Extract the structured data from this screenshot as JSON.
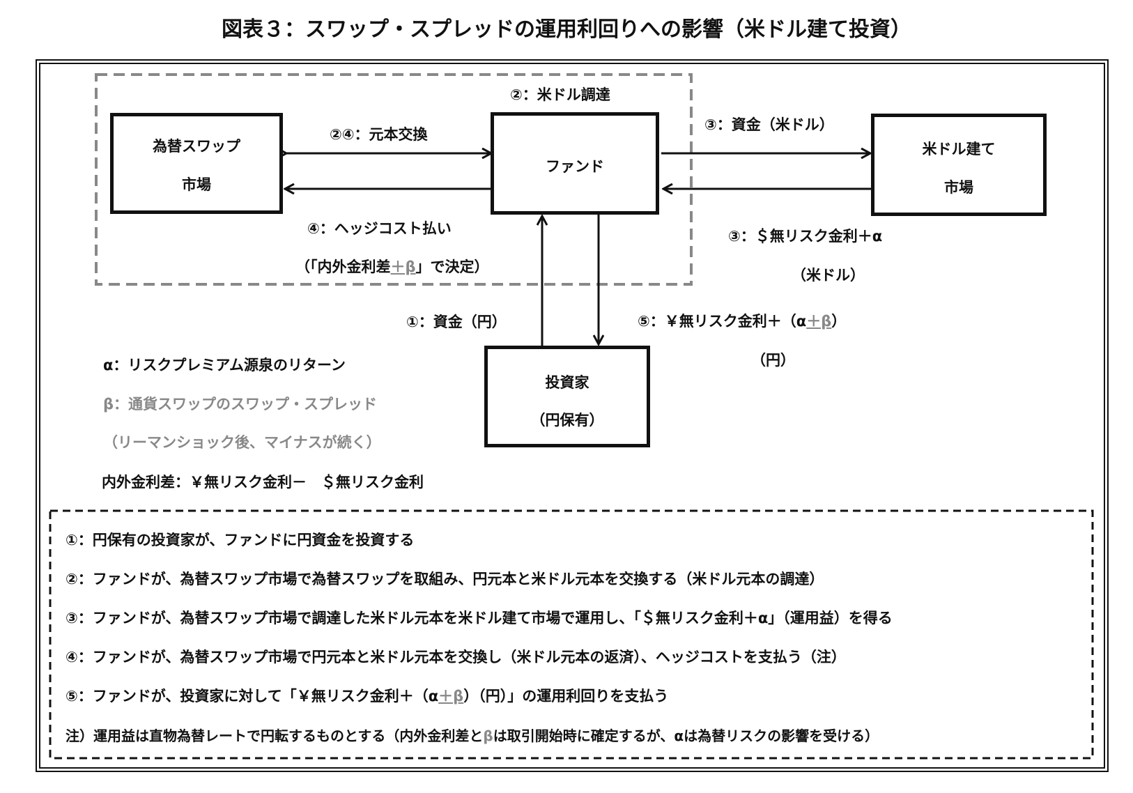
{
  "title": "図表３：スワップ・スプレッドの運用利回りへの影響（米ドル建て投資）",
  "boxes": {
    "swap_market": {
      "line1": "為替スワップ",
      "line2": "市場"
    },
    "fund": {
      "label": "ファンド"
    },
    "usd_market": {
      "line1": "米ドル建て",
      "line2": "市場"
    },
    "investor": {
      "line1": "投資家",
      "line2": "（円保有）"
    }
  },
  "labels": {
    "usd_procurement": "②：米ドル調達",
    "principal_exchange": "②④：元本交換",
    "hedge_cost": "④：ヘッジコスト払い",
    "hedge_cost_note": {
      "prefix": "（「内外金利差",
      "beta": "＋β",
      "suffix": "」で決定）"
    },
    "funds_usd": "③：資金（米ドル）",
    "usd_return": "③：＄無リスク金利＋α",
    "usd_return_unit": "（米ドル）",
    "funds_jpy": "①：資金（円）",
    "jpy_return": {
      "prefix": "⑤：￥無リスク金利＋（α",
      "beta": "＋β",
      "suffix": "）"
    },
    "jpy_return_unit": "（円）"
  },
  "legend": {
    "alpha": "α：リスクプレミアム源泉のリターン",
    "beta": "β：通貨スワップのスワップ・スプレッド",
    "beta_note": "（リーマンショック後、マイナスが続く）",
    "rate_diff": "内外金利差：￥無リスク金利－　＄無リスク金利"
  },
  "notes": {
    "n1": "①：円保有の投資家が、ファンドに円資金を投資する",
    "n2": "②：ファンドが、為替スワップ市場で為替スワップを取組み、円元本と米ドル元本を交換する（米ドル元本の調達）",
    "n3": "③：ファンドが、為替スワップ市場で調達した米ドル元本を米ドル建て市場で運用し、「＄無リスク金利＋α」（運用益）を得る",
    "n4": "④：ファンドが、為替スワップ市場で円元本と米ドル元本を交換し（米ドル元本の返済）、ヘッジコストを支払う（注）",
    "n5": {
      "prefix": "⑤：ファンドが、投資家に対して「￥無リスク金利＋（α",
      "beta": "＋β",
      "suffix": "）（円）」の運用利回りを支払う"
    },
    "footnote": {
      "prefix": "注）運用益は直物為替レートで円転するものとする（内外金利差と",
      "beta": "β",
      "suffix": "は取引開始時に確定するが、αは為替リスクの影響を受ける）"
    }
  },
  "colors": {
    "ink": "#111111",
    "gray": "#888888",
    "background": "#ffffff"
  }
}
